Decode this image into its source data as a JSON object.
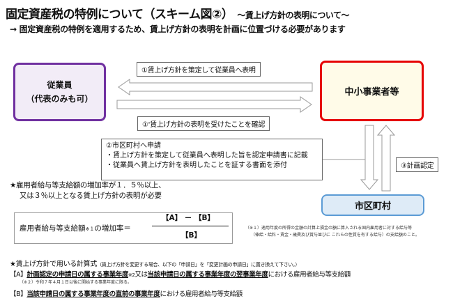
{
  "header": {
    "title": "固定資産税の特例について（スキーム図②）",
    "title_sub": "～賃上げ方針の表明について～",
    "subtitle": "→ 固定資産税の特例を適用するため、賃上げ方針の表明を計画に位置づける必要があります"
  },
  "nodes": {
    "employee_line1": "従業員",
    "employee_line2": "（代表のみも可）",
    "sme": "中小事業者等",
    "city": "市区町村"
  },
  "flows": {
    "step1": "①賃上げ方針を策定して従業員へ表明",
    "step1b": "①'賃上げ方針の表明を受けたことを確認",
    "step2_title": "②市区町村へ申請",
    "step2_item1": "・賃上げ方針を策定して従業員へ表明した旨を認定申請書に記載",
    "step2_item2": "・従業員へ賃上げ方針を表明したことを証する書面を添付",
    "step3": "③計画認定"
  },
  "condition": {
    "line1": "★雇用者給与等支給額の増加率が１．５％以上、",
    "line2": "又は３％以上となる賃上げ方針の表明が必要"
  },
  "formula": {
    "lhs": "雇用者給与等支給額",
    "lhs_note": "※１",
    "lhs_tail": "の増加率＝",
    "numerator_a": "【A】",
    "minus": "－",
    "numerator_b": "【B】",
    "denominator": "【B】"
  },
  "footnote1": {
    "line1": "（※１）適用年度の所得の金額の計算上損金の額に算入される国内雇用者に対する給与等",
    "line2": "（俸給・給料・賃金・歳費及び賞与並びに これらの性質を有する給与）の支給額のこと。"
  },
  "calc": {
    "heading": "★賃上げ方針で用いる計算式",
    "heading_note": "（賃上げ方針を変更する場合、以下の「申請日」を「変更計画の申請日」に置き換えて下さい。）",
    "a_label": "【A】",
    "a_part1": "計画認定の申請日の属する事業年度",
    "a_note": "※2",
    "a_part2": "又は",
    "a_part3": "当該申請日の属する事業年度の翌事業年度",
    "a_part4": "における雇用者給与等支給額",
    "note2": "（※２）令和７年４月１日以後に開始する事業年度に限る。",
    "b_label": "【B】",
    "b_part1": "当該申請日の属する事業年度の直前の事業年度",
    "b_part2": "における雇用者給与等支給額"
  },
  "colors": {
    "employee_border": "#7030a0",
    "sme_border": "#e60000",
    "city_border": "#5b9bd5",
    "arrow": "#bfbfbf"
  }
}
